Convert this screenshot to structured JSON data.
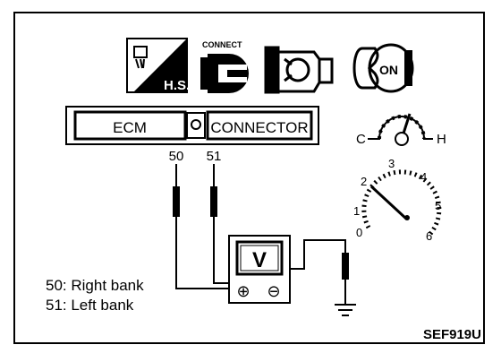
{
  "icons": {
    "hs_badge_text": "H.S.",
    "connect_caption": "CONNECT",
    "key_text": "ON"
  },
  "ecm_box": {
    "left_label": "ECM",
    "right_label": "CONNECTOR"
  },
  "pins": [
    "50",
    "51"
  ],
  "voltmeter": {
    "symbol": "V",
    "plus": "⊕",
    "minus": "⊖"
  },
  "temp_gauge": {
    "cold": "C",
    "hot": "H"
  },
  "rpm_gauge": {
    "scale": [
      "0",
      "1",
      "2",
      "3",
      "4",
      "5",
      "6"
    ]
  },
  "legend": [
    "50: Right bank",
    "51: Left bank"
  ],
  "figure_ref": "SEF919U"
}
